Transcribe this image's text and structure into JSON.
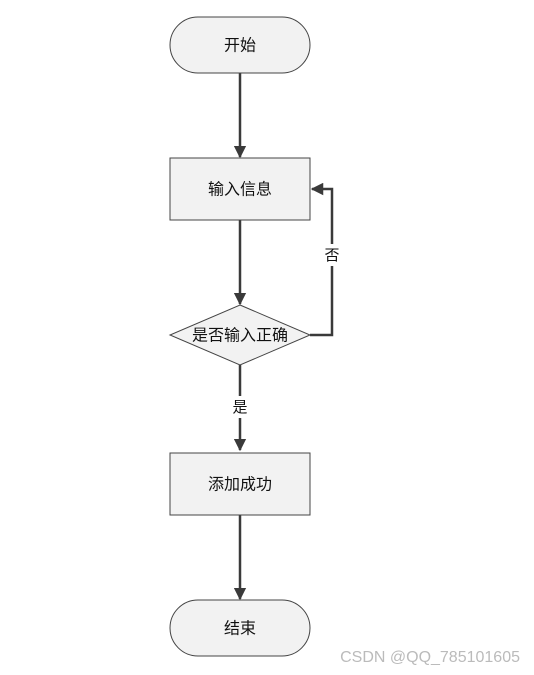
{
  "diagram": {
    "nodes": [
      {
        "id": "start",
        "shape": "terminator",
        "label": "开始"
      },
      {
        "id": "input",
        "shape": "process",
        "label": "输入信息"
      },
      {
        "id": "check",
        "shape": "decision",
        "label": "是否输入正确"
      },
      {
        "id": "success",
        "shape": "process",
        "label": "添加成功"
      },
      {
        "id": "end",
        "shape": "terminator",
        "label": "结束"
      }
    ],
    "edges": [
      {
        "id": "e1",
        "from": "start",
        "to": "input",
        "label": ""
      },
      {
        "id": "e2",
        "from": "input",
        "to": "check",
        "label": ""
      },
      {
        "id": "e3",
        "from": "check",
        "to": "success",
        "label": "是"
      },
      {
        "id": "e4",
        "from": "check",
        "to": "input",
        "label": "否"
      },
      {
        "id": "e5",
        "from": "success",
        "to": "end",
        "label": ""
      }
    ],
    "colors": {
      "node_fill": "#f2f2f2",
      "node_stroke": "#444444",
      "edge": "#3a3a3a"
    }
  },
  "watermark": "CSDN @QQ_785101605"
}
